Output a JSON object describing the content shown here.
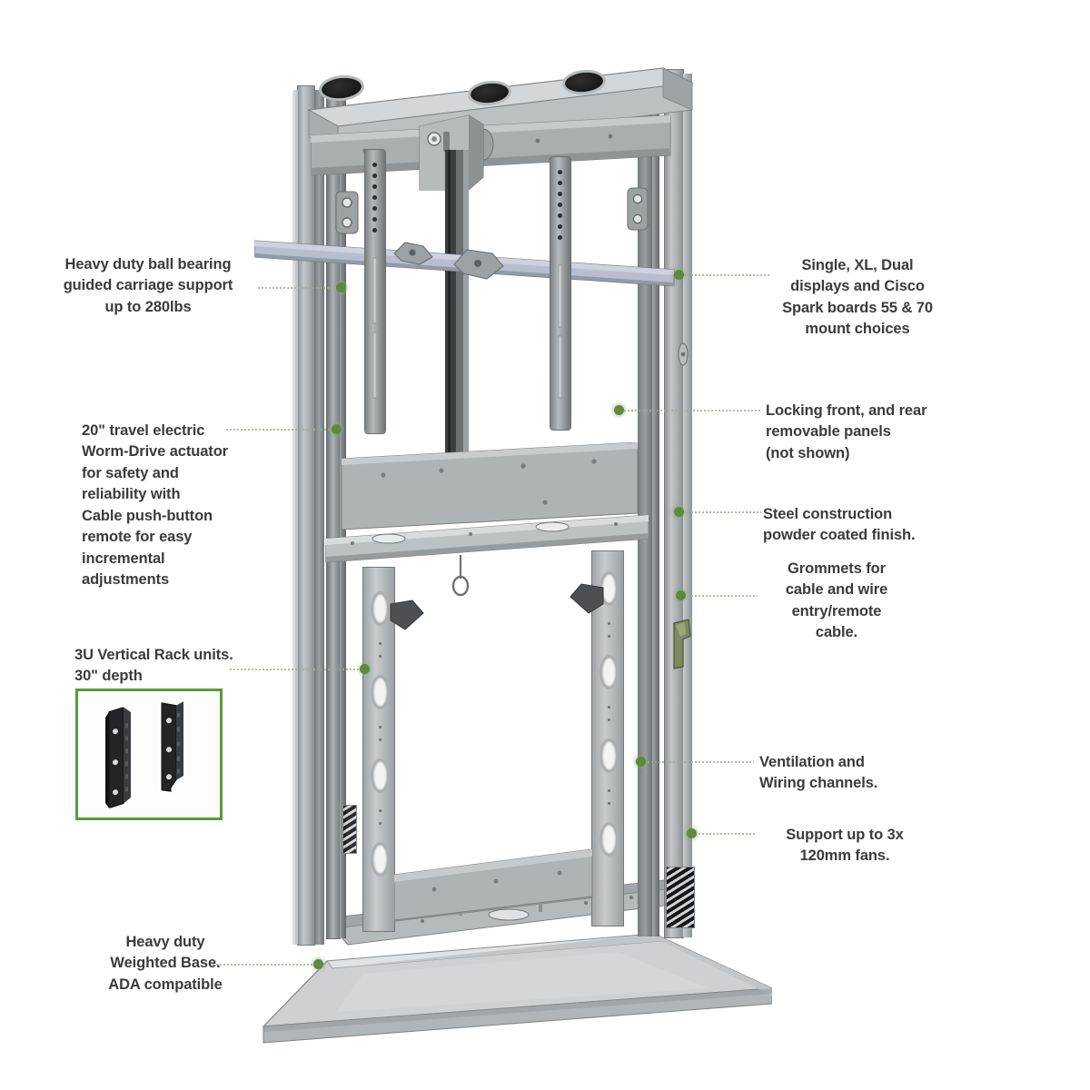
{
  "diagram": {
    "title": "Motorized display lift cabinet — annotated product diagram",
    "background_color": "#ffffff",
    "accent_green": "#5b9a3b",
    "callout_dot_color": "#5d8a3c",
    "text_color": "#3b3b3b",
    "rail_color": "#b8bece"
  },
  "callouts": {
    "left": [
      {
        "id": "carriage-support",
        "text": "Heavy duty ball bearing\nguided carriage support\nup to 280lbs",
        "align": "center"
      },
      {
        "id": "actuator",
        "text": "20\" travel electric\nWorm-Drive actuator\nfor safety and\nreliability with\nCable push-button\nremote for easy\nincremental\nadjustments",
        "align": "left"
      },
      {
        "id": "rack-units",
        "text": "3U Vertical Rack units.\n30\" depth",
        "align": "left"
      },
      {
        "id": "weighted-base",
        "text": "Heavy duty\nWeighted Base.\nADA compatible",
        "align": "center"
      }
    ],
    "right": [
      {
        "id": "display-mounts",
        "text": "Single, XL, Dual\ndisplays and Cisco\nSpark boards 55 & 70\nmount choices",
        "align": "center"
      },
      {
        "id": "locking-panels",
        "text": "Locking front, and rear\nremovable panels\n(not shown)",
        "align": "left"
      },
      {
        "id": "steel-construction",
        "text": "Steel construction\npowder coated finish.",
        "align": "left"
      },
      {
        "id": "grommets",
        "text": "Grommets for\ncable and wire\nentry/remote\ncable.",
        "align": "center"
      },
      {
        "id": "ventilation",
        "text": "Ventilation and\nWiring channels.",
        "align": "left"
      },
      {
        "id": "fan-support",
        "text": "Support up to 3x\n120mm fans.",
        "align": "center"
      }
    ]
  },
  "inset": {
    "id": "rack-rail-inset",
    "border_color": "#5b9a3b",
    "contents": "two 3U vertical rack rail brackets, black powder coated"
  }
}
